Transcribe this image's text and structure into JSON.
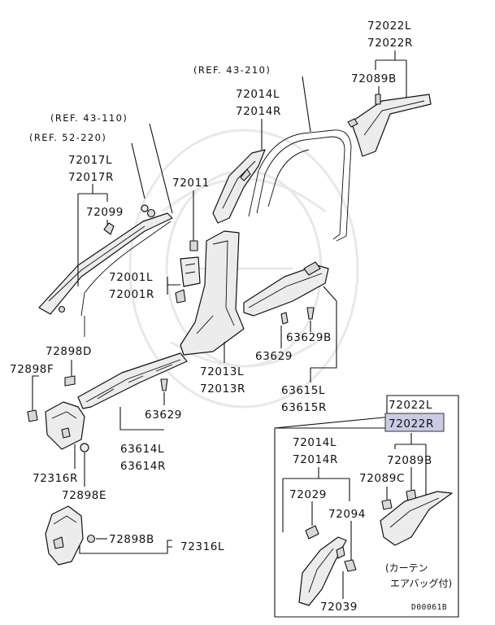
{
  "labels": {
    "p72022L_top": "72022L",
    "p72022R_top": "72022R",
    "p72089B_top": "72089B",
    "ref43_210": "(REF. 43-210)",
    "p72014L_top": "72014L",
    "p72014R_top": "72014R",
    "ref43_110": "(REF. 43-110)",
    "ref52_220": "(REF. 52-220)",
    "p72017L": "72017L",
    "p72017R": "72017R",
    "p72011": "72011",
    "p72099": "72099",
    "p72001L": "72001L",
    "p72001R": "72001R",
    "p63629B": "63629B",
    "p63629_mid": "63629",
    "p72898D": "72898D",
    "p72898F": "72898F",
    "p72013L": "72013L",
    "p72013R": "72013R",
    "p63615L": "63615L",
    "p63615R": "63615R",
    "p63629_low": "63629",
    "p63614L": "63614L",
    "p63614R": "63614R",
    "p72316R": "72316R",
    "p72898E": "72898E",
    "p72898B": "72898B",
    "p72316L": "72316L"
  },
  "inset": {
    "p72022L": "72022L",
    "p72022R": "72022R",
    "p72014L": "72014L",
    "p72014R": "72014R",
    "p72089B": "72089B",
    "p72089C": "72089C",
    "p72029": "72029",
    "p72094": "72094",
    "p72039": "72039",
    "note_line1": "(カーテン",
    "note_line2": "エアバッグ付)",
    "highlight_color": "#c9cbe6"
  },
  "diagram_code": "D00061B"
}
